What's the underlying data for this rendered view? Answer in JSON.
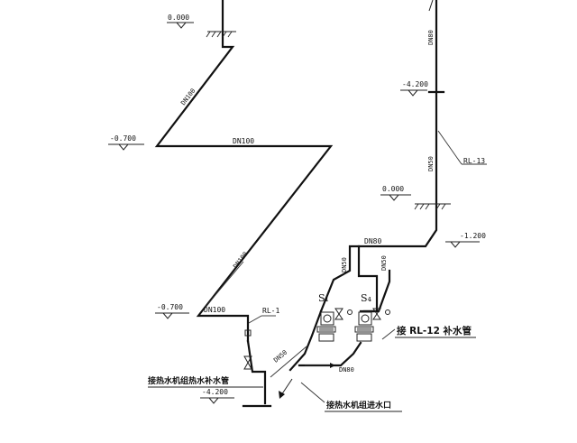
{
  "elevations": {
    "top_left": "0.000",
    "mid_left": "-0.700",
    "low_left": "-0.700",
    "bottom_left": "-4.200",
    "right_upper": "-4.200",
    "right_zero": "0.000",
    "right_low": "-1.200"
  },
  "pipe_sizes": {
    "diag_upper": "DN100",
    "horizontal_mid": "DN100",
    "diag_lower": "DN100",
    "horizontal_low": "DN100",
    "right_riser_top": "DN80",
    "right_riser_mid": "DN50",
    "right_horizontal": "DN80",
    "right_branch": "DN50",
    "right_diag": "DN50",
    "inlet": "DN50",
    "outlet_bottom": "DN80"
  },
  "tags": {
    "rl_left": "RL-1",
    "rl_right": "RL-13"
  },
  "pumps": {
    "s1": "S₁",
    "s2": "S₄"
  },
  "notes": {
    "supply_pipe": "接 RL-12 补水管",
    "return_pipe": "接热水机组热水补水管",
    "inlet_pipe": "接热水机组进水口"
  }
}
